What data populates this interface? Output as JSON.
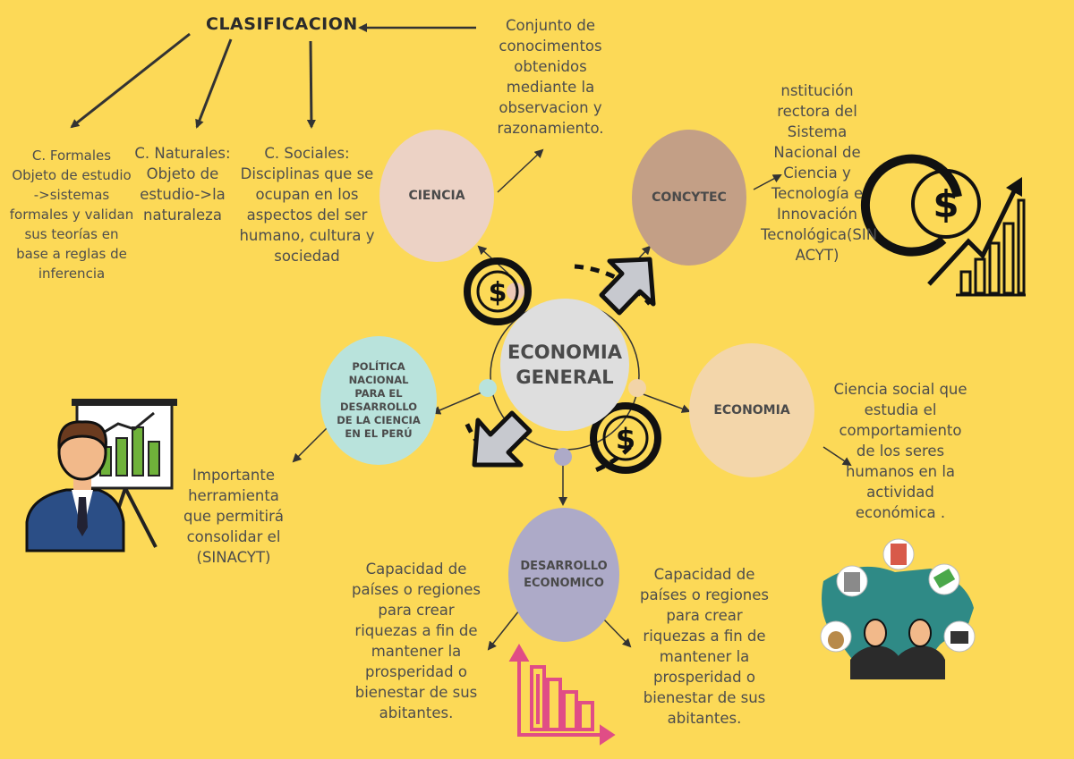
{
  "title": "CLASIFICACION",
  "center": "ECONOMIA GENERAL",
  "nodes": {
    "ciencia": "CIENCIA",
    "concytec": "CONCYTEC",
    "economia": "ECONOMIA",
    "politica": "POLÍTICA NACIONAL PARA EL DESARROLLO DE LA CIENCIA EN EL PERÚ",
    "desarrollo": "DESARROLLO ECONOMICO"
  },
  "texts": {
    "ciencia_def": "Conjunto de conocimentos obtenidos mediante la observacion y razonamiento.",
    "formales": "C. Formales Objeto de estudio ->sistemas formales y validan sus teorías en base a reglas de inferencia",
    "naturales": "C. Naturales: Objeto de estudio->la naturaleza",
    "sociales": "C. Sociales: Disciplinas que se ocupan en los aspectos del ser humano, cultura y sociedad",
    "concytec_def": "nstitución rectora del Sistema Nacional de Ciencia y Tecnología e Innovación Tecnológica(SIN ACYT)",
    "economia_def": "Ciencia social que estudia el comportamiento de los seres humanos en la actividad económica .",
    "politica_def": "Importante herramienta que permitirá consolidar el (SINACYT)",
    "desarrollo_def_left": "Capacidad de países o regiones para crear riquezas a fin de mantener la prosperidad o bienestar de sus abitantes.",
    "desarrollo_def_right": "Capacidad de países o regiones para crear riquezas a fin de mantener la prosperidad o bienestar de sus abitantes."
  },
  "colors": {
    "background": "#fcd957",
    "ciencia": "#ecd2c5",
    "concytec": "#c39f86",
    "economia": "#f3d6aa",
    "politica": "#b9e3dc",
    "desarrollo": "#adaac8",
    "center": "#dedede"
  }
}
